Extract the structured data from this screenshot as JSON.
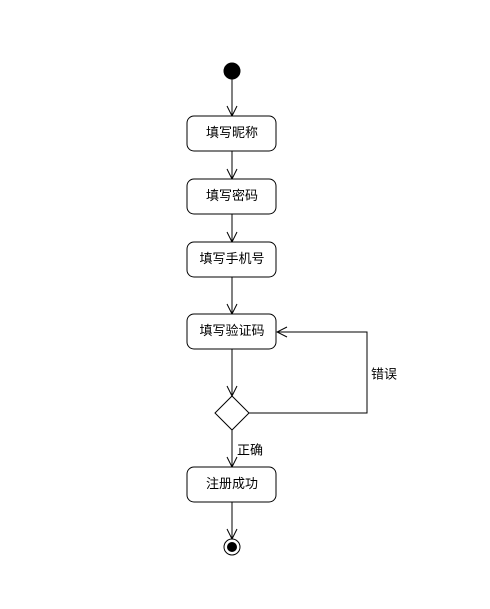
{
  "diagram": {
    "type": "activity",
    "colors": {
      "stroke": "#000000",
      "fill": "#ffffff",
      "text": "#000000"
    },
    "nodes": {
      "start": {
        "kind": "initial"
      },
      "nickname": {
        "label": "填写昵称"
      },
      "password": {
        "label": "填写密码"
      },
      "phone": {
        "label": "填写手机号"
      },
      "captcha": {
        "label": "填写验证码"
      },
      "decision": {
        "kind": "decision"
      },
      "success": {
        "label": "注册成功"
      },
      "end": {
        "kind": "final"
      }
    },
    "edges": {
      "error": {
        "from": "decision",
        "to": "captcha",
        "label": "错误"
      },
      "correct": {
        "from": "decision",
        "to": "success",
        "label": "正确"
      }
    }
  }
}
